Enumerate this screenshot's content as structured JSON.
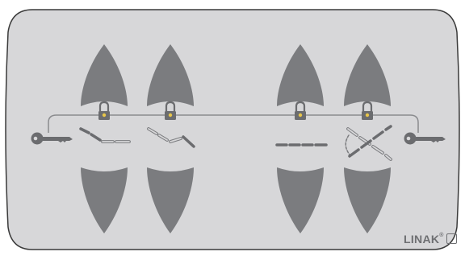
{
  "brand": {
    "name": "LINAK",
    "mark": "®"
  },
  "colors": {
    "panel": "#d7d7d9",
    "panel_border": "#3a3a3a",
    "button": "#7b7c7f",
    "lock_body": "#6b6c6f",
    "lock_indicator": "#e8c64a",
    "rail": "#8a8b8e"
  },
  "controls": [
    {
      "name": "seat-tilt-back-up-button",
      "position_icon": "segments-backrest"
    },
    {
      "name": "seat-tilt-legrest-up-button",
      "position_icon": "segments-legrest"
    },
    {
      "name": "seat-flat-up-button",
      "position_icon": "segments-flat"
    },
    {
      "name": "seat-trend-up-button",
      "position_icon": "segments-trend"
    }
  ],
  "icons": [
    "key-icon",
    "padlock-icon",
    "linak-logo-icon"
  ]
}
